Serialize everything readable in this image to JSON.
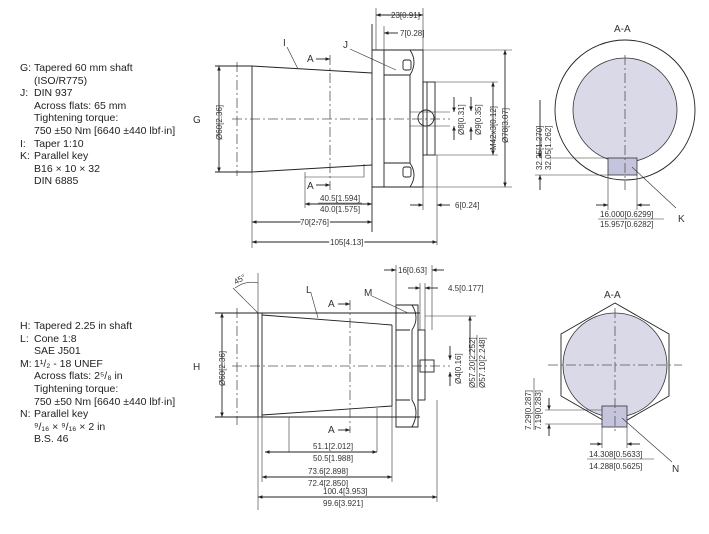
{
  "notes_top": [
    {
      "key": "G:",
      "lines": [
        "Tapered 60 mm shaft",
        "(ISO/R775)"
      ]
    },
    {
      "key": "J:",
      "lines": [
        "DIN 937",
        "Across flats: 65 mm",
        "Tightening torque:",
        "750 ±50 Nm [6640 ±440 lbf·in]"
      ]
    },
    {
      "key": "I:",
      "lines": [
        "Taper 1:10"
      ]
    },
    {
      "key": "K:",
      "lines": [
        "Parallel key",
        "B16 × 10 × 32",
        "DIN 6885"
      ]
    }
  ],
  "notes_bottom": [
    {
      "key": "H:",
      "lines": [
        "Tapered 2.25 in shaft"
      ]
    },
    {
      "key": "L:",
      "lines": [
        "Cone 1:8",
        "SAE J501"
      ]
    },
    {
      "key": "M:",
      "lines": [
        "1¹/₂ - 18 UNEF",
        "Across flats: 2⁵/₈ in",
        "Tightening torque:",
        "750 ±50 Nm [6640 ±440 lbf·in]"
      ]
    },
    {
      "key": "N:",
      "lines": [
        "Parallel key",
        "⁹/₁₆ × ⁹/₁₆ × 2 in",
        "B.S. 46"
      ]
    }
  ],
  "top_view": {
    "label_g": "G",
    "label_i": "I",
    "label_j": "J",
    "section_a": "A",
    "dia_60": "Ø60[2.36]",
    "d_23": "23[0.91]",
    "d_7": "7[0.28]",
    "d_6": "6[0.24]",
    "d_ø8": "Ø8[0.31]",
    "d_ø9": "Ø9[0.35]",
    "d_m42": "M42x3[0.12]",
    "d_ø78": "Ø78[3.07]",
    "d_40_5": "40.5[1.594]",
    "d_40_0": "40.0[1.575]",
    "d_70": "70[2.76]",
    "d_105": "105[4.13]"
  },
  "top_section": {
    "title": "A-A",
    "label_k": "K",
    "d_32_25": "32.25[1.270]",
    "d_32_05": "32.05[1.262]",
    "d_16_000": "16.000[0.6299]",
    "d_15_957": "15.957[0.6282]"
  },
  "bottom_view": {
    "label_h": "H",
    "label_l": "L",
    "label_m": "M",
    "section_a": "A",
    "angle": "45°",
    "dia_60": "Ø60[2.36]",
    "d_16": "16[0.63]",
    "d_4_5": "4.5[0.177]",
    "d_ø4": "Ø4[0.16]",
    "d_57_20": "Ø57.20[2.252]",
    "d_57_10": "Ø57.10[2.248]",
    "d_51_1": "51.1[2.012]",
    "d_50_5": "50.5[1.988]",
    "d_73_6": "73.6[2.898]",
    "d_72_4": "72.4[2.850]",
    "d_100_4": "100.4[3.953]",
    "d_99_6": "99.6[3.921]"
  },
  "bottom_section": {
    "title": "A-A",
    "label_n": "N",
    "d_7_29": "7.29[0.287]",
    "d_7_19": "7.19[0.283]",
    "d_14_308": "14.308[0.5633]",
    "d_14_288": "14.288[0.5625]"
  },
  "colors": {
    "section_fill": "#d9d9e8",
    "key_fill": "#c4c4dc"
  }
}
